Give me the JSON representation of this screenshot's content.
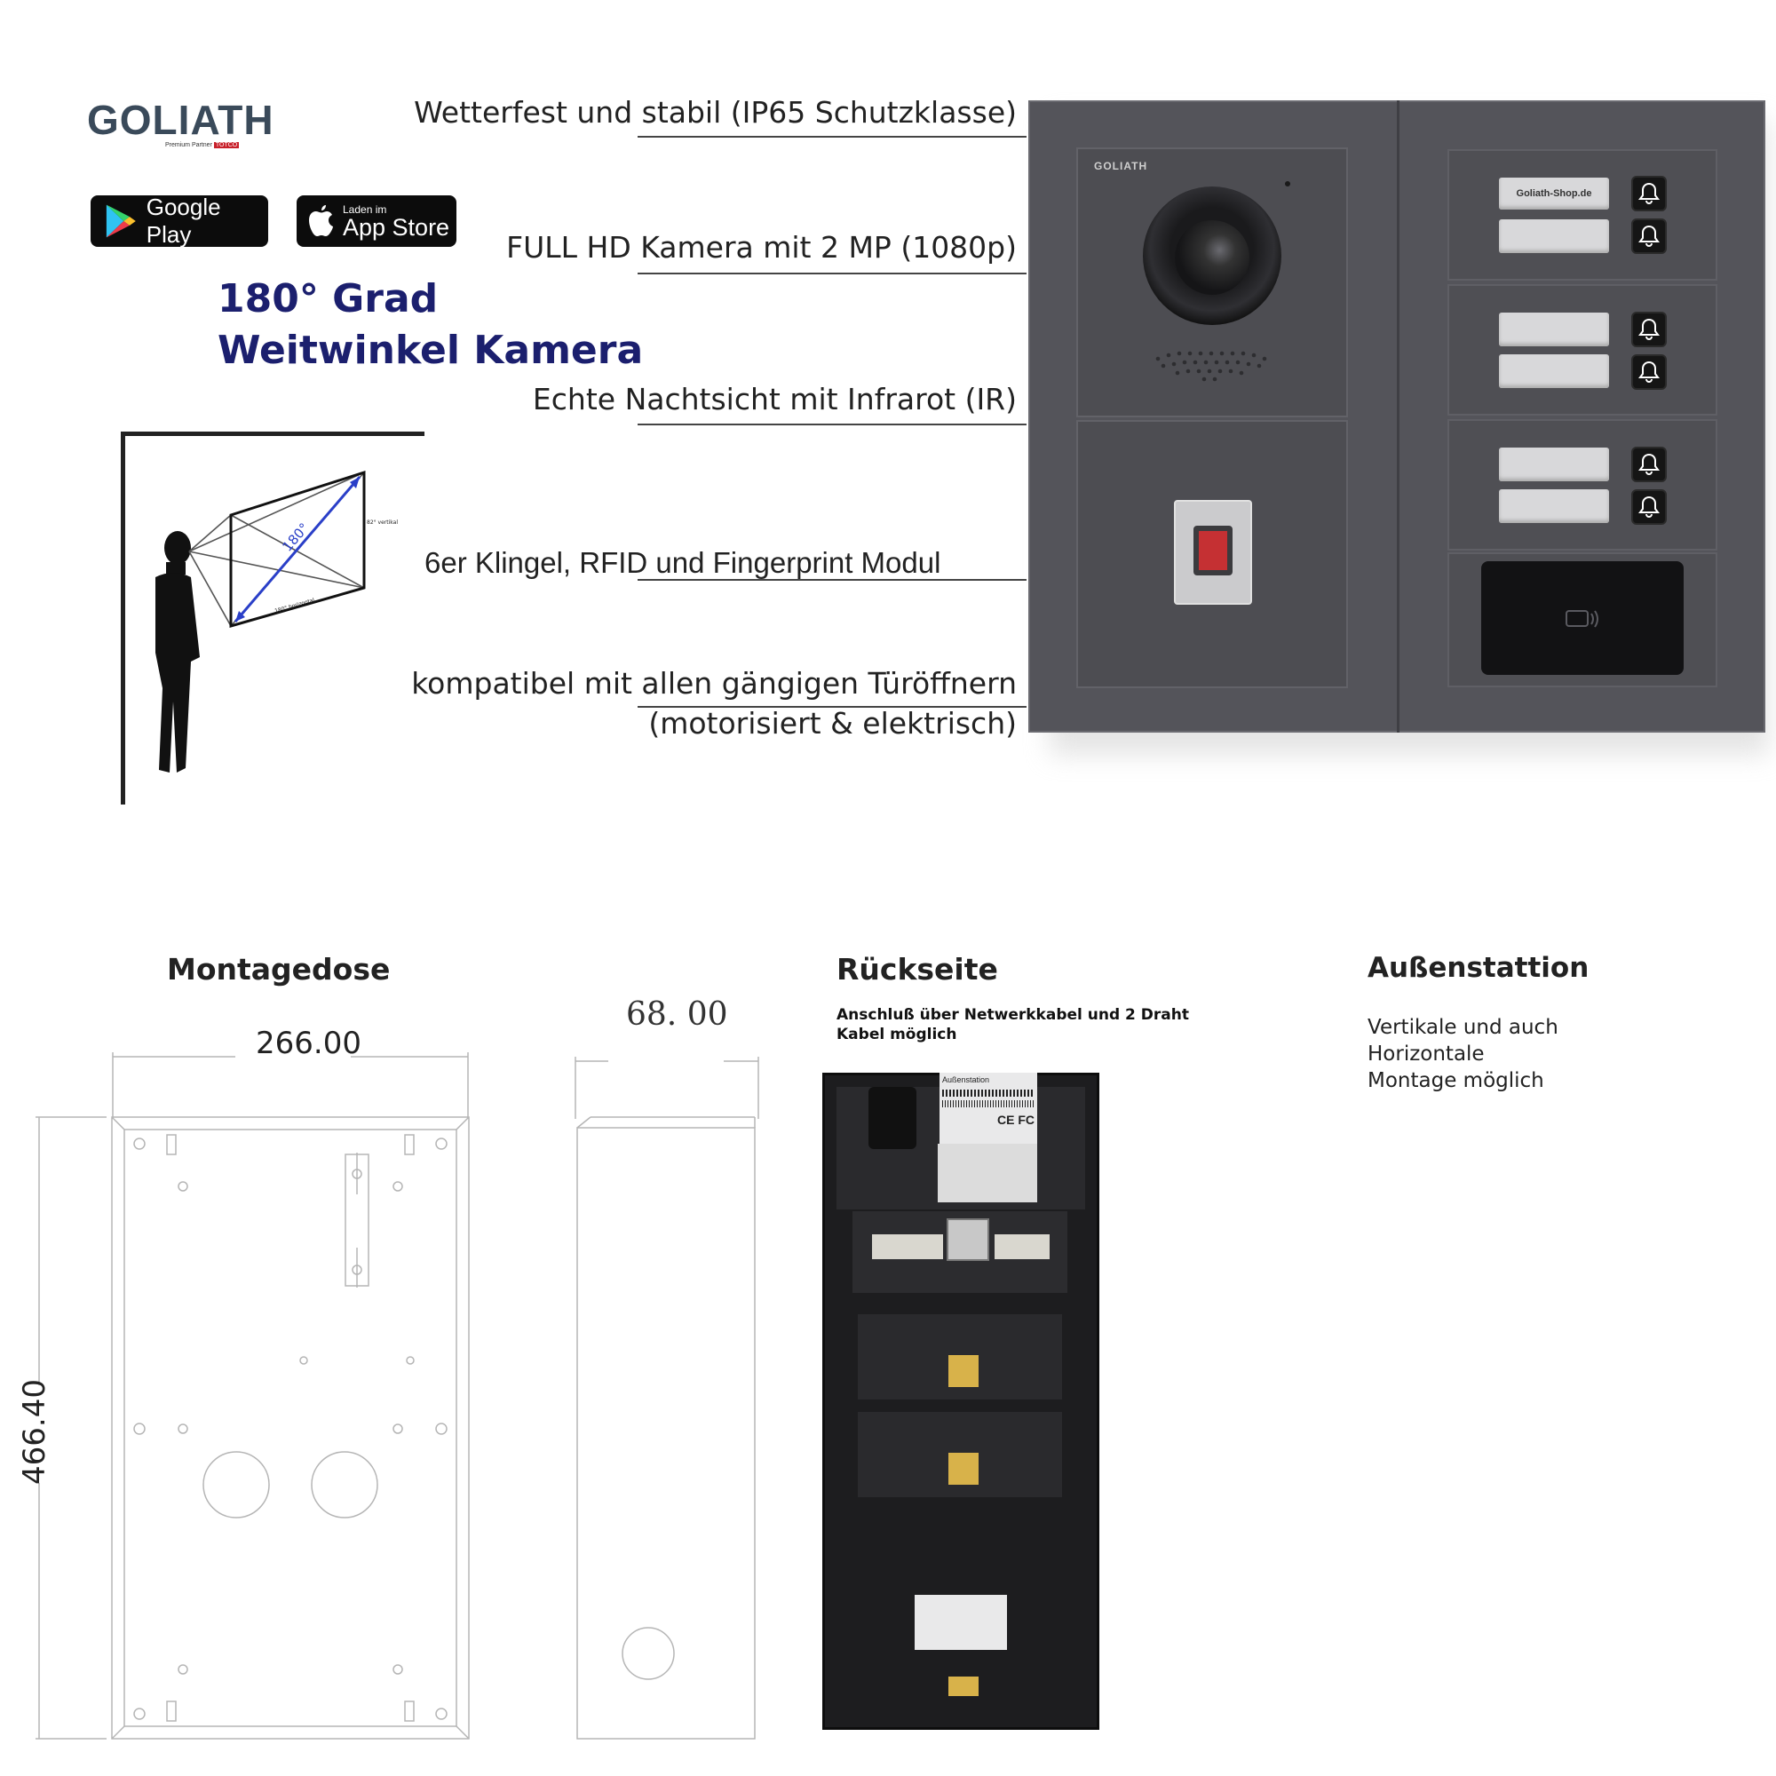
{
  "brand": {
    "logo_text": "GOLIATH",
    "logo_tagline_prefix": "Premium Partner",
    "logo_tagline_partner": "TOTCO"
  },
  "stores": {
    "google_play_label": "Google Play",
    "app_store_small": "Laden im",
    "app_store_big": "App Store"
  },
  "headline": {
    "line1": "180° Grad",
    "line2": "Weitwinkel Kamera"
  },
  "features": [
    "Wetterfest und stabil (IP65 Schutzklasse)",
    "FULL HD Kamera mit 2 MP (1080p)",
    "Echte Nachtsicht mit Infrarot (IR)",
    "6er Klingel, RFID und Fingerprint Modul",
    "kompatibel mit allen gängigen Türöffnern",
    "(motorisiert & elektrisch)"
  ],
  "device": {
    "camera_logo": "GOLIATH",
    "nameplate_top": "Goliath-Shop.de",
    "bell_count": 6
  },
  "diagram": {
    "angle_label": "180°",
    "vertical_label": "82° vertikal",
    "horizontal_label": "180° horizontal"
  },
  "montagedose": {
    "title": "Montagedose",
    "width": "266.00",
    "height": "466.40",
    "depth": "68. 00"
  },
  "rueckseite": {
    "title": "Rückseite",
    "subtitle": "Anschluß über Netwerkkabel und 2 Draht Kabel möglich",
    "sticker_title": "Außenstation"
  },
  "aussenstation": {
    "title": "Außenstattion",
    "text": "Vertikale und auch Horizontale Montage möglich"
  },
  "colors": {
    "headline": "#1b1f6e",
    "device_body": "#54545a",
    "fingerprint_window": "#c53033"
  }
}
